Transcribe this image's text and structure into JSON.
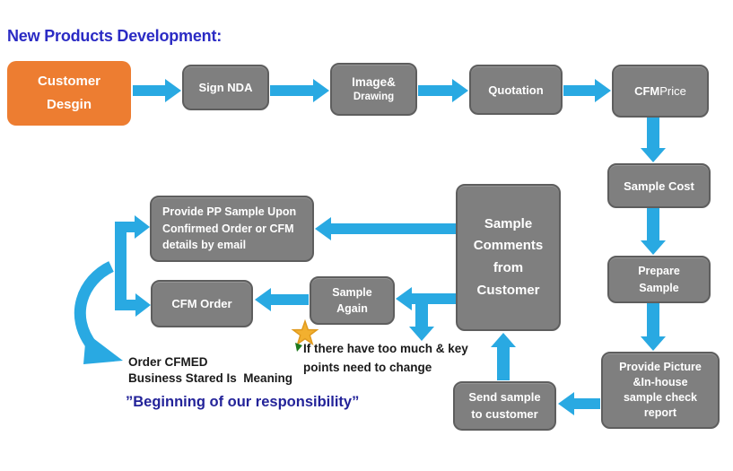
{
  "title": "New Products Development:",
  "colors": {
    "title_blue": "#2b2bc4",
    "quote_blue": "#232399",
    "arrow_blue": "#29a9e2",
    "box_gray": "#7f7f7f",
    "box_border": "#5e5e5e",
    "box_orange": "#ed7d31",
    "star_gold": "#f2b02f",
    "star_border": "#e09a1e",
    "star_green": "#1e7a1e",
    "text_black": "#1a1a1a"
  },
  "boxes": {
    "customer_design": {
      "label": "Customer\nDesgin"
    },
    "sign_nda": {
      "label": "Sign NDA"
    },
    "image_drawing": {
      "line1": "Image&",
      "line2": "Drawing"
    },
    "quotation": {
      "label": "Quotation"
    },
    "cfm_price": {
      "strong": "CFM",
      "rest": " Price"
    },
    "sample_cost": {
      "label": "Sample Cost"
    },
    "prepare_sample": {
      "label": "Prepare\nSample"
    },
    "provide_picture": {
      "label": "Provide Picture\n&In-house\nsample check\nreport"
    },
    "sample_comments": {
      "label": "Sample\nComments\nfrom\nCustomer"
    },
    "provide_pp": {
      "label": "Provide PP Sample Upon\nConfirmed Order or CFM\ndetails by email"
    },
    "cfm_order": {
      "label": "CFM Order"
    },
    "sample_again": {
      "label": "Sample\nAgain"
    },
    "send_sample": {
      "label": "Send sample\nto customer"
    }
  },
  "notes": {
    "change_note": "If there have too much & key\npoints need to change",
    "order_note": "Order CFMED\nBusiness Stared Is  Meaning",
    "quote_note": "”Beginning of our responsibility”"
  }
}
